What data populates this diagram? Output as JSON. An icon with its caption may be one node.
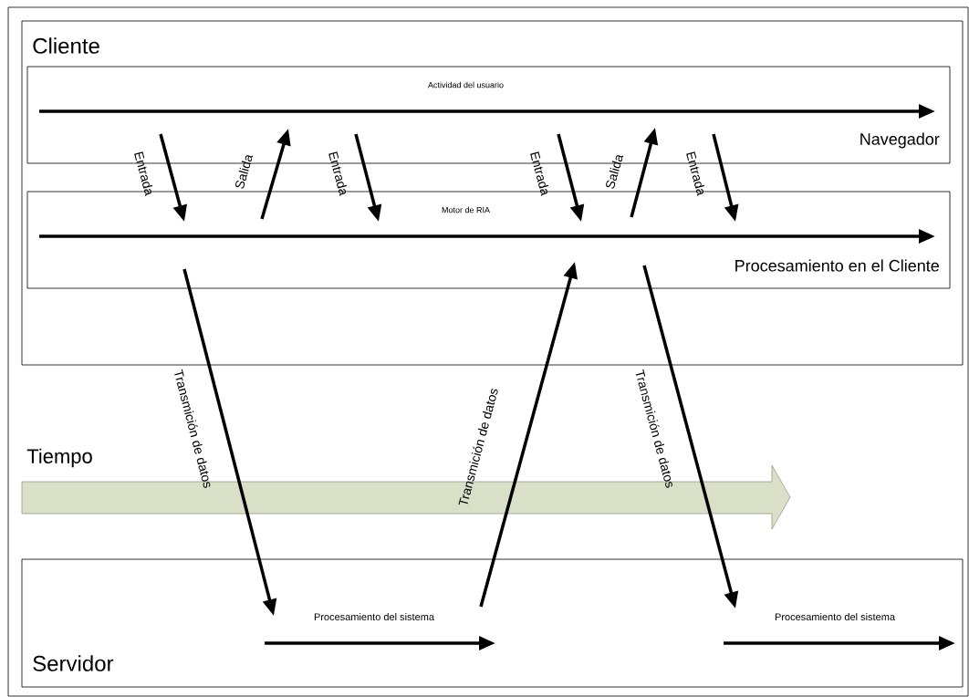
{
  "diagram": {
    "nodes": [
      {
        "text": [
          "Cliente"
        ]
      },
      {
        "text": [
          "Actividad del usuario",
          "Navegador"
        ],
        "in": 0
      },
      {
        "text": [
          "Motor de RIA",
          "Procesamiento en el Cliente"
        ],
        "in": 0
      },
      {
        "text": [
          "Procesamiento del sistema",
          "Procesamiento del sistema",
          "Servidor"
        ]
      }
    ],
    "edges": [
      {
        "from": 1,
        "to": 2,
        "arrow": "to",
        "label": "Entrada"
      },
      {
        "from": 2,
        "to": 1,
        "arrow": "to",
        "label": "Salida"
      },
      {
        "from": 1,
        "to": 2,
        "arrow": "to",
        "label": "Entrada"
      },
      {
        "from": 1,
        "to": 2,
        "arrow": "to",
        "label": "Entrada"
      },
      {
        "from": 2,
        "to": 1,
        "arrow": "to",
        "label": "Salida"
      },
      {
        "from": 1,
        "to": 2,
        "arrow": "to",
        "label": "Entrada"
      },
      {
        "from": 2,
        "to": 3,
        "arrow": "to",
        "label": "Transmición de datos"
      },
      {
        "from": 3,
        "to": 2,
        "arrow": "to",
        "label": "Transmición de datos"
      },
      {
        "from": 2,
        "to": 3,
        "arrow": "to",
        "label": "Transmición de datos"
      }
    ],
    "labels": [
      "Tiempo"
    ]
  }
}
